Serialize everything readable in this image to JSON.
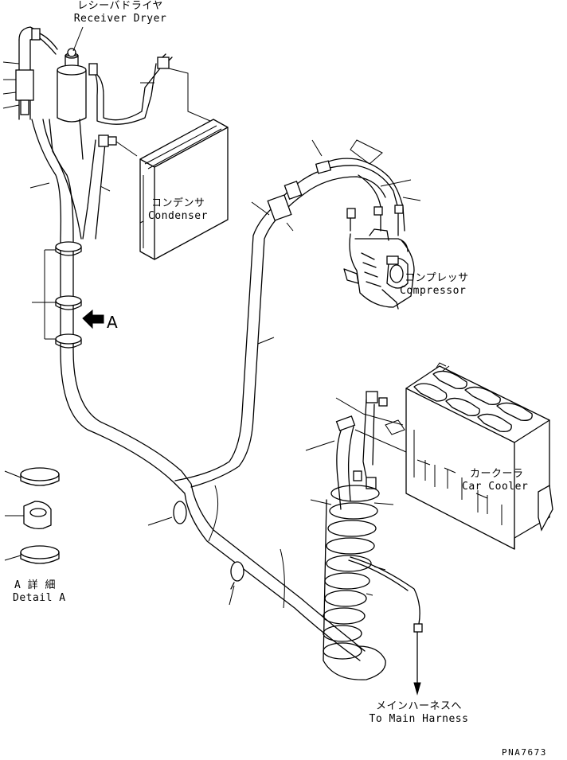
{
  "labels": {
    "receiver_dryer_jp": "レシーバドライヤ",
    "receiver_dryer_en": "Receiver Dryer",
    "condenser_jp": "コンデンサ",
    "condenser_en": "Condenser",
    "compressor_jp": "コンプレッサ",
    "compressor_en": "Compressor",
    "car_cooler_jp": "カークーラ",
    "car_cooler_en": "Car Cooler",
    "main_harness_jp": "メインハーネスへ",
    "main_harness_en": "To Main Harness",
    "detail_jp": "A 詳 細",
    "detail_en": "Detail A",
    "view_arrow": "A",
    "drawing_number": "PNA7673"
  }
}
